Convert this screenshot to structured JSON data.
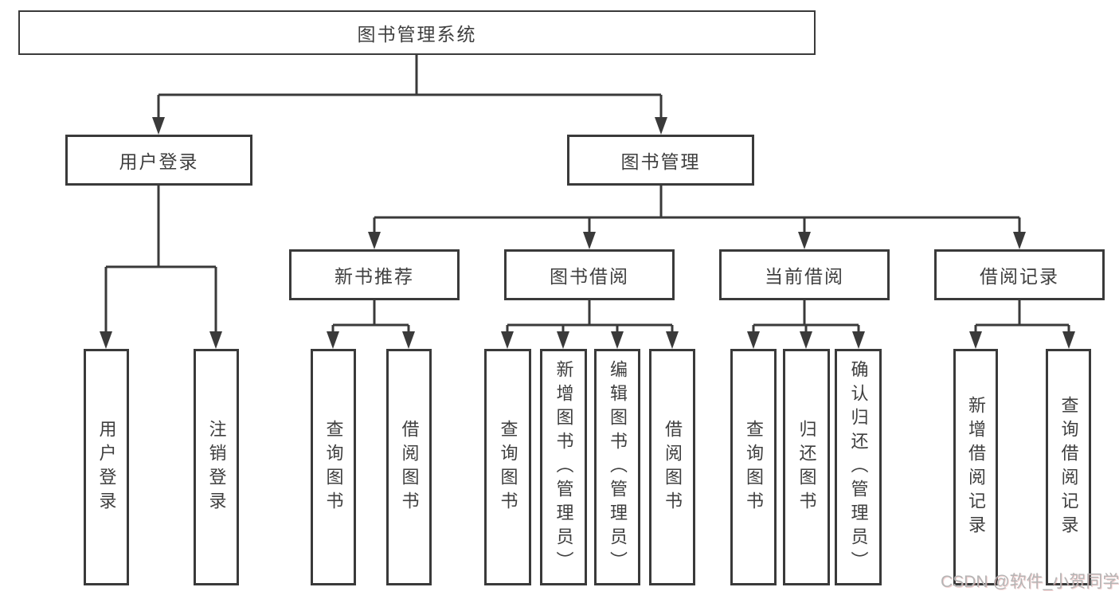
{
  "diagram": {
    "title": "图书管理系统",
    "root": {
      "label": "图书管理系统"
    },
    "branches": [
      {
        "label": "用户登录",
        "children": [
          {
            "label": "用户登录"
          },
          {
            "label": "注销登录"
          }
        ]
      },
      {
        "label": "图书管理",
        "children": [
          {
            "label": "新书推荐",
            "children": [
              {
                "label": "查询图书"
              },
              {
                "label": "借阅图书"
              }
            ]
          },
          {
            "label": "图书借阅",
            "children": [
              {
                "label": "查询图书"
              },
              {
                "label": "新增图书（管理员）"
              },
              {
                "label": "编辑图书（管理员）"
              },
              {
                "label": "借阅图书"
              }
            ]
          },
          {
            "label": "当前借阅",
            "children": [
              {
                "label": "查询图书"
              },
              {
                "label": "归还图书"
              },
              {
                "label": "确认归还（管理员）"
              }
            ]
          },
          {
            "label": "借阅记录",
            "children": [
              {
                "label": "新增借阅记录"
              },
              {
                "label": "查询借阅记录"
              }
            ]
          }
        ]
      }
    ]
  },
  "watermark": {
    "text": "CSDN @软件_小贺同学"
  },
  "colors": {
    "line": "#3a3a3a",
    "box_border": "#3a3a3a",
    "text": "#3f3f3f",
    "watermark_text": "#b5b5b5",
    "background": "#ffffff"
  }
}
